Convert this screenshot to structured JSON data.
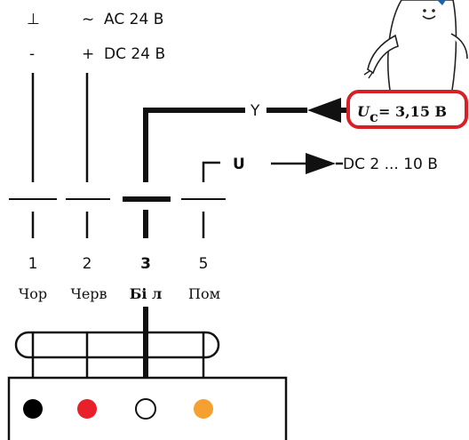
{
  "supply": {
    "ground_symbol": "⊥",
    "minus": "-",
    "ac_label": "~  AC 24 В",
    "dc_label": "+  DC 24 В"
  },
  "signals": {
    "y_symbol": "Y",
    "u_symbol": "U",
    "uc_value": "= 3,15 В",
    "uc_symbol": "U",
    "uc_subscript": "c",
    "dc_range": "DC 2 ... 10 В"
  },
  "terminals": [
    {
      "number": "1",
      "wire": "Чор",
      "color": "#000000"
    },
    {
      "number": "2",
      "wire": "Черв",
      "color": "#e8202a"
    },
    {
      "number": "3",
      "wire": "Бі л",
      "color": "#ffffff"
    },
    {
      "number": "5",
      "wire": "Пом",
      "color": "#f5a030"
    }
  ],
  "colors": {
    "highlight": "#d61f26",
    "mascot_hat": "#1f5fa8"
  }
}
